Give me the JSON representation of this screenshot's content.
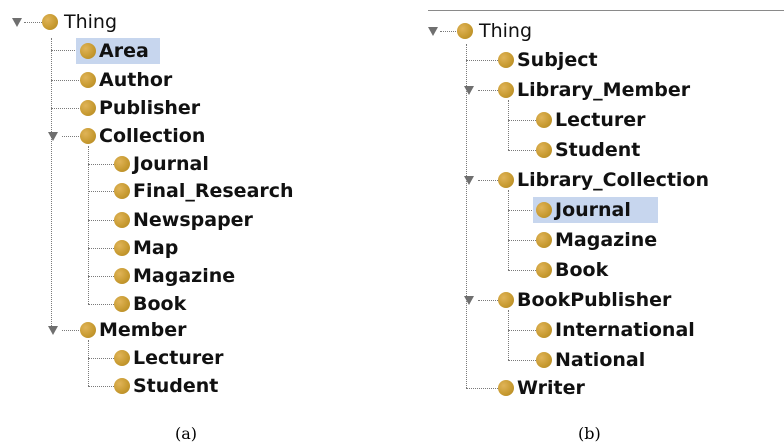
{
  "panel_a": {
    "root_label": "Thing",
    "items": {
      "area": "Area",
      "author": "Author",
      "publisher": "Publisher",
      "collection": "Collection",
      "journal": "Journal",
      "final_research": "Final_Research",
      "newspaper": "Newspaper",
      "map": "Map",
      "magazine": "Magazine",
      "book": "Book",
      "member": "Member",
      "lecturer": "Lecturer",
      "student": "Student"
    },
    "selected": "Area",
    "caption": "(a)"
  },
  "panel_b": {
    "root_label": "Thing",
    "items": {
      "subject": "Subject",
      "library_member": "Library_Member",
      "lecturer": "Lecturer",
      "student": "Student",
      "library_collection": "Library_Collection",
      "journal": "Journal",
      "magazine": "Magazine",
      "book": "Book",
      "bookpublisher": "BookPublisher",
      "international": "International",
      "national": "National",
      "writer": "Writer"
    },
    "selected": "Journal",
    "caption": "(b)"
  },
  "colors": {
    "class_dot": "#c89b32",
    "selection": "#c7d6ee",
    "connector": "#7a7a7a"
  },
  "icons": {
    "expanded": "triangle-down-icon",
    "class": "class-dot-icon"
  }
}
